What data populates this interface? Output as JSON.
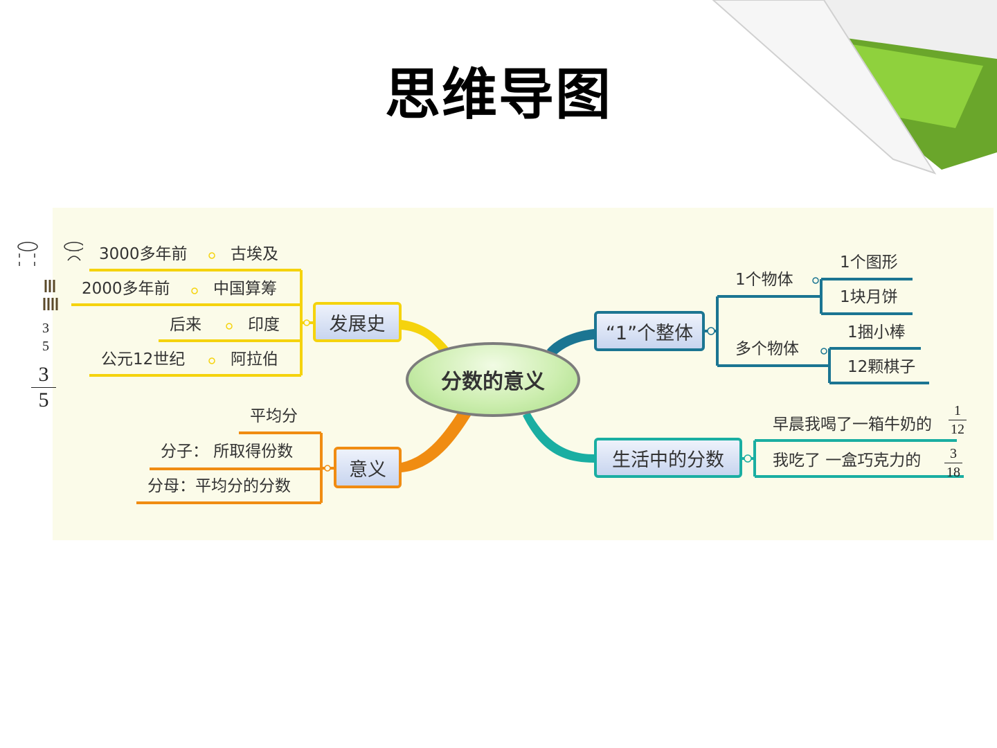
{
  "title": "思维导图",
  "center": "分数的意义",
  "colors": {
    "yellow": "#f5d30d",
    "orange": "#f08c12",
    "blue": "#1b7592",
    "teal": "#1aaea2",
    "canvas": "#fbfbe9"
  },
  "history": {
    "label": "发展史",
    "rows": [
      {
        "time": "3000多年前",
        "place": "古埃及"
      },
      {
        "time": "2000多年前",
        "place": "中国算筹"
      },
      {
        "time": "后来",
        "place": "印度"
      },
      {
        "time": "公元12世纪",
        "place": "阿拉伯"
      }
    ]
  },
  "meaning": {
    "label": "意义",
    "items": [
      "平均分",
      "分子： 所取得份数",
      "分母：平均分的分数"
    ]
  },
  "whole": {
    "label": "“1”个整体",
    "one": {
      "label": "1个物体",
      "items": [
        "1个图形",
        "1块月饼"
      ]
    },
    "many": {
      "label": "多个物体",
      "items": [
        "1捆小棒",
        "12颗棋子"
      ]
    }
  },
  "life": {
    "label": "生活中的分数",
    "items": [
      {
        "text": "早晨我喝了一箱牛奶的",
        "num": "1",
        "den": "12"
      },
      {
        "text": "我吃了 一盒巧克力的",
        "num": "3",
        "den": "18"
      }
    ]
  },
  "margin_marks": {
    "india": {
      "num": "3",
      "den": "5"
    },
    "arab": {
      "num": "3",
      "den": "5"
    }
  }
}
